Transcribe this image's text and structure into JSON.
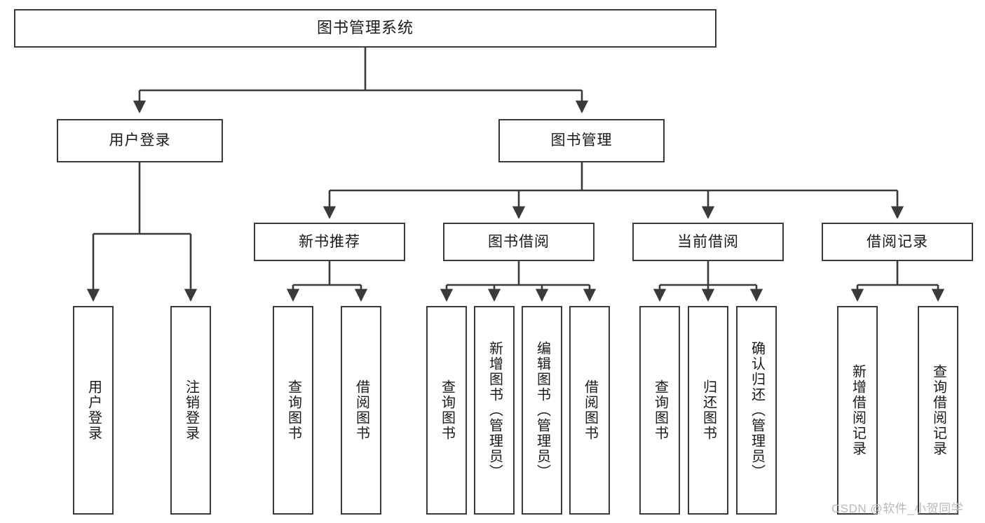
{
  "diagram": {
    "title": "图书管理系统",
    "type": "tree-hierarchy",
    "watermark": "CSDN @软件_小贺同学",
    "colors": {
      "node_border": "#3a3a3a",
      "node_fill": "#ffffff",
      "edge": "#3a3a3a",
      "text": "#1a1a1a",
      "watermark": "#b9b9b9"
    }
  },
  "nodes": {
    "root": {
      "label": "图书管理系统"
    },
    "level1": [
      {
        "label": "用户登录"
      },
      {
        "label": "图书管理"
      }
    ],
    "level2": [
      {
        "label": "新书推荐"
      },
      {
        "label": "图书借阅"
      },
      {
        "label": "当前借阅"
      },
      {
        "label": "借阅记录"
      }
    ],
    "leaves": {
      "user_login": [
        {
          "label": "用户登录"
        },
        {
          "label": "注销登录"
        }
      ],
      "new_book": [
        {
          "label": "查询图书"
        },
        {
          "label": "借阅图书"
        }
      ],
      "book_borrow": [
        {
          "label": "查询图书"
        },
        {
          "label": "新增图书（管理员）"
        },
        {
          "label": "编辑图书（管理员）"
        },
        {
          "label": "借阅图书"
        }
      ],
      "current_borrow": [
        {
          "label": "查询图书"
        },
        {
          "label": "归还图书"
        },
        {
          "label": "确认归还（管理员）"
        }
      ],
      "borrow_record": [
        {
          "label": "新增借阅记录"
        },
        {
          "label": "查询借阅记录"
        }
      ]
    }
  }
}
